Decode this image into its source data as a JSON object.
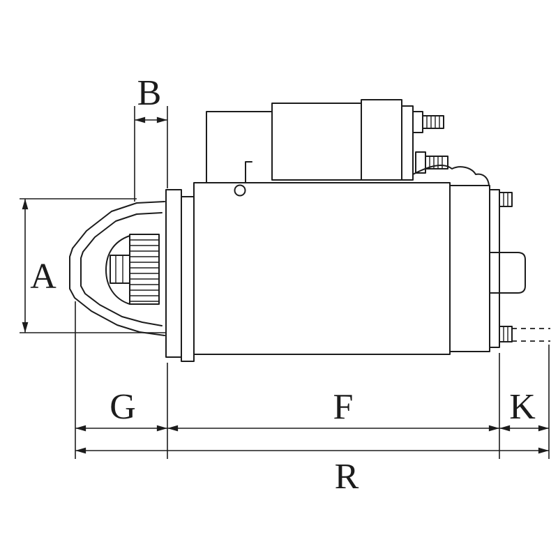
{
  "labels": {
    "A": "A",
    "B": "B",
    "G": "G",
    "F": "F",
    "K": "K",
    "R": "R"
  },
  "colors": {
    "line": "#1c1c1c",
    "background": "#ffffff"
  }
}
